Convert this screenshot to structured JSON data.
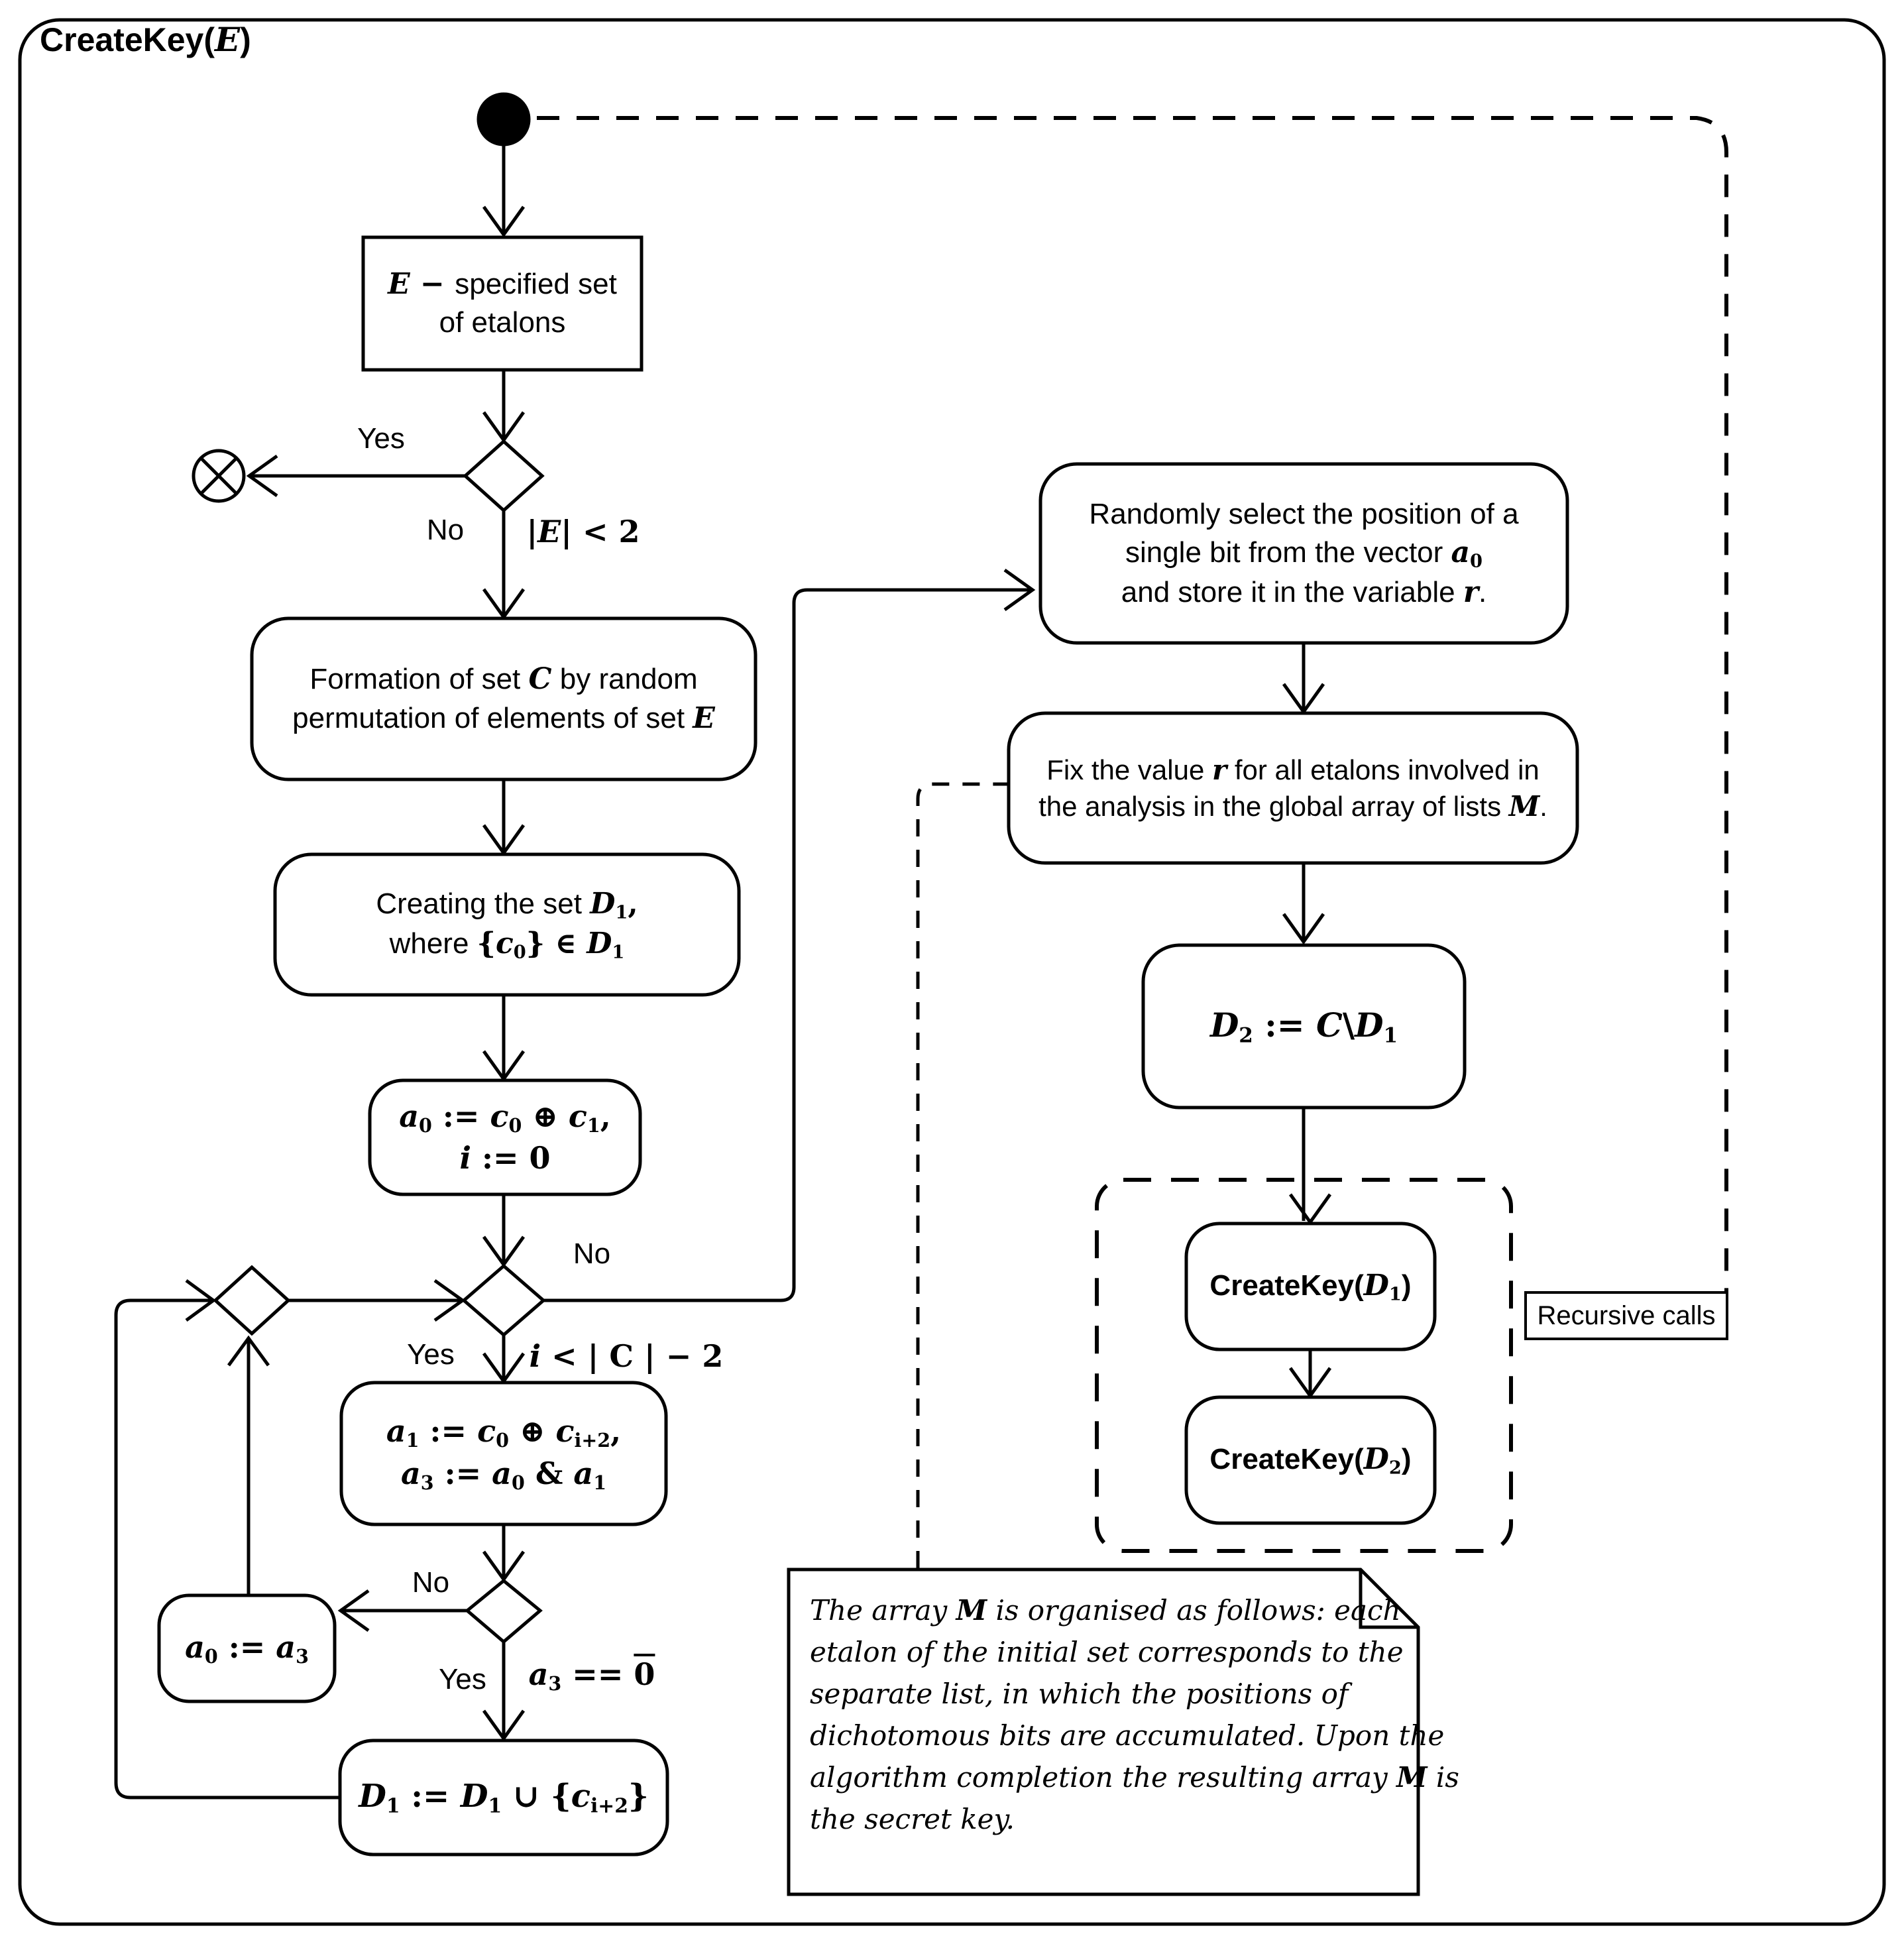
{
  "title": [
    [
      [
        "b",
        "CreateKey("
      ],
      [
        "m",
        "E"
      ],
      [
        "b",
        ")"
      ]
    ]
  ],
  "nodes": {
    "ebox": {
      "lines": [
        [
          [
            "m",
            "E"
          ],
          [
            "p",
            " − "
          ],
          [
            "t",
            "  specified set"
          ]
        ],
        [
          [
            "t",
            "of etalons"
          ]
        ]
      ]
    },
    "formation": {
      "lines": [
        [
          [
            "t",
            "Formation of set "
          ],
          [
            "m",
            "C"
          ],
          [
            "t",
            " by random"
          ]
        ],
        [
          [
            "t",
            "permutation of elements of set "
          ],
          [
            "m",
            "E"
          ]
        ]
      ]
    },
    "creating": {
      "lines": [
        [
          [
            "t",
            "Creating the set "
          ],
          [
            "m",
            "D"
          ],
          [
            "s",
            "1"
          ],
          [
            "p",
            ","
          ]
        ],
        [
          [
            "t",
            "where "
          ],
          [
            "p",
            "{"
          ],
          [
            "m",
            "c"
          ],
          [
            "s",
            "0"
          ],
          [
            "p",
            "} ∈ "
          ],
          [
            "m",
            "D"
          ],
          [
            "s",
            "1"
          ]
        ]
      ]
    },
    "init": {
      "lines": [
        [
          [
            "m",
            "a"
          ],
          [
            "s",
            "0"
          ],
          [
            "p",
            " := "
          ],
          [
            "m",
            "c"
          ],
          [
            "s",
            "0"
          ],
          [
            "p",
            " ⊕ "
          ],
          [
            "m",
            "c"
          ],
          [
            "s",
            "1"
          ],
          [
            "p",
            ","
          ]
        ],
        [
          [
            "m",
            "i"
          ],
          [
            "p",
            " := 0"
          ]
        ]
      ]
    },
    "body": {
      "lines": [
        [
          [
            "m",
            "a"
          ],
          [
            "s",
            "1"
          ],
          [
            "p",
            " := "
          ],
          [
            "m",
            "c"
          ],
          [
            "s",
            "0"
          ],
          [
            "p",
            " ⊕ "
          ],
          [
            "m",
            "c"
          ],
          [
            "s",
            "i+2"
          ],
          [
            "p",
            ","
          ]
        ],
        [
          [
            "m",
            "a"
          ],
          [
            "s",
            "3"
          ],
          [
            "p",
            " := "
          ],
          [
            "m",
            "a"
          ],
          [
            "s",
            "0"
          ],
          [
            "p",
            " & "
          ],
          [
            "m",
            "a"
          ],
          [
            "s",
            "1"
          ]
        ]
      ]
    },
    "assign": {
      "lines": [
        [
          [
            "m",
            "a"
          ],
          [
            "s",
            "0"
          ],
          [
            "p",
            " := "
          ],
          [
            "m",
            "a"
          ],
          [
            "s",
            "3"
          ]
        ]
      ]
    },
    "union": {
      "lines": [
        [
          [
            "m",
            "D"
          ],
          [
            "s",
            "1"
          ],
          [
            "p",
            " := "
          ],
          [
            "m",
            "D"
          ],
          [
            "s",
            "1"
          ],
          [
            "p",
            " ∪ {"
          ],
          [
            "m",
            "c"
          ],
          [
            "s",
            "i+2"
          ],
          [
            "p",
            "}"
          ]
        ]
      ]
    },
    "randomly": {
      "lines": [
        [
          [
            "t",
            "Randomly select the position of a"
          ]
        ],
        [
          [
            "t",
            "single bit from the vector "
          ],
          [
            "m",
            "a"
          ],
          [
            "s",
            "0"
          ]
        ],
        [
          [
            "t",
            "and store it in the variable "
          ],
          [
            "m",
            "r"
          ],
          [
            "t",
            "."
          ]
        ]
      ]
    },
    "fix": {
      "lines": [
        [
          [
            "t",
            "Fix the value "
          ],
          [
            "m",
            "r"
          ],
          [
            "t",
            " for all etalons involved in"
          ]
        ],
        [
          [
            "t",
            "the analysis in the global array of lists "
          ],
          [
            "m",
            "M"
          ],
          [
            "t",
            "."
          ]
        ]
      ]
    },
    "d2": {
      "lines": [
        [
          [
            "m",
            "D"
          ],
          [
            "s",
            "2"
          ],
          [
            "p",
            " := "
          ],
          [
            "m",
            "C"
          ],
          [
            "p",
            "\\"
          ],
          [
            "m",
            "D"
          ],
          [
            "s",
            "1"
          ]
        ]
      ]
    },
    "ck1": {
      "lines": [
        [
          [
            "b",
            "CreateKey("
          ],
          [
            "m",
            "D"
          ],
          [
            "s",
            "1"
          ],
          [
            "b",
            ")"
          ]
        ]
      ]
    },
    "ck2": {
      "lines": [
        [
          [
            "b",
            "CreateKey("
          ],
          [
            "m",
            "D"
          ],
          [
            "s",
            "2"
          ],
          [
            "b",
            ")"
          ]
        ]
      ]
    }
  },
  "labels": {
    "yes1": "Yes",
    "no1": "No",
    "cond1": [
      [
        [
          "p",
          "|"
        ],
        [
          "m",
          "E"
        ],
        [
          "p",
          "| < 2"
        ]
      ]
    ],
    "no2": "No",
    "yes2": "Yes",
    "cond2": [
      [
        [
          "m",
          "i"
        ],
        [
          "p",
          " < | C | − 2"
        ]
      ]
    ],
    "no3": "No",
    "yes3": "Yes",
    "cond3": [
      [
        [
          "m",
          "a"
        ],
        [
          "s",
          "3"
        ],
        [
          "p",
          " == "
        ],
        [
          "o",
          "0"
        ]
      ]
    ],
    "recursive": "Recursive calls"
  },
  "note": {
    "lines": [
      [
        [
          "i",
          "The array "
        ],
        [
          "m",
          "M"
        ],
        [
          "i",
          " is organised as follows: each"
        ]
      ],
      [
        [
          "i",
          "etalon of the initial set corresponds to the"
        ]
      ],
      [
        [
          "i",
          "separate list, in which the positions of"
        ]
      ],
      [
        [
          "i",
          "dichotomous bits are accumulated. Upon the"
        ]
      ],
      [
        [
          "i",
          "algorithm completion the resulting array "
        ],
        [
          "m",
          "M"
        ],
        [
          "i",
          " is"
        ]
      ],
      [
        [
          "i",
          "the secret key."
        ]
      ]
    ]
  }
}
